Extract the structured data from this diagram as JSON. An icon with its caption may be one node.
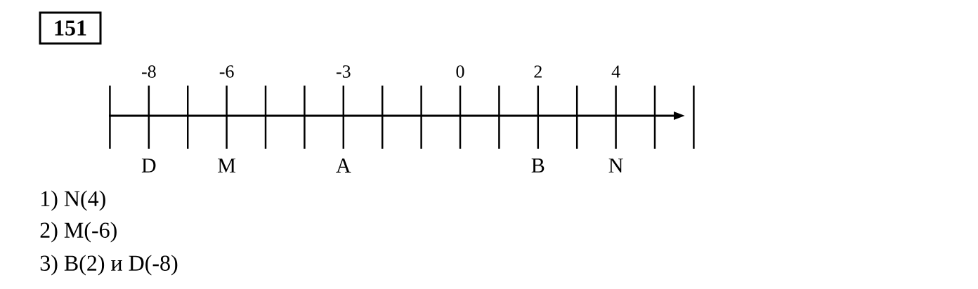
{
  "diagram": {
    "nodes": [
      {
        "text": [
          "151"
        ]
      }
    ],
    "labels": [
      "-8",
      "-6",
      "-3",
      "0",
      "2",
      "4",
      "D",
      "M",
      "A",
      "B",
      "N",
      "1) N(4)",
      "2) M(-6)",
      "3) B(2) и D(-8)"
    ]
  }
}
